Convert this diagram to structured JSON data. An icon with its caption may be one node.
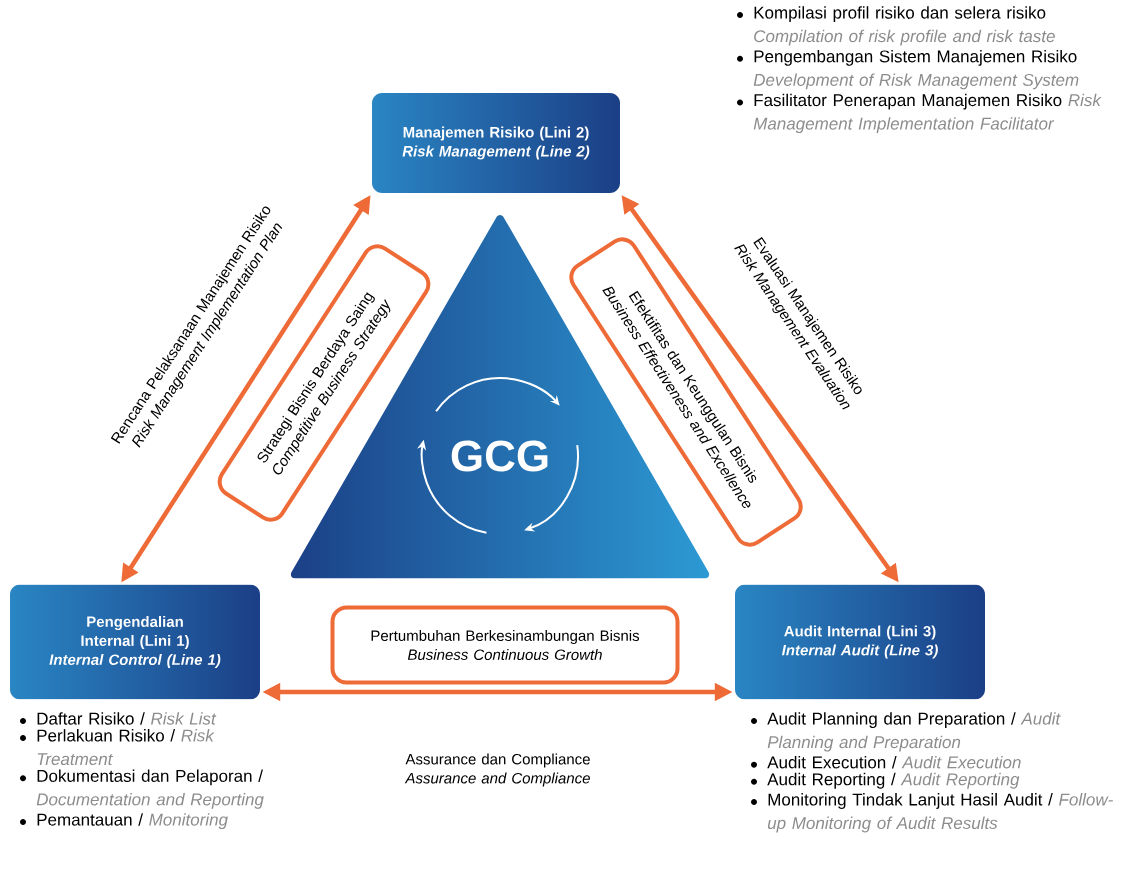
{
  "diagram": {
    "nodes": [
      {
        "text": [
          "Manajemen Risiko (Lini 2)",
          "Risk Management (Line 2)"
        ],
        "beside": [
          "Kompilasi profil risiko dan selera risiko *Compilation of risk profile and risk taste*",
          "Pengembangan Sistem Manajemen Risiko *Development of Risk Management System*",
          "Fasilitator Penerapan Manajemen Risiko *Risk Management Implementation Facilitator*"
        ]
      },
      {
        "text": [
          "Pengendalian Internal (Lini 1)",
          "Internal Control (Line 1)"
        ],
        "beside": [
          "Daftar Risiko / *Risk List*",
          "Perlakuan Risiko / *Risk Treatment*",
          "Dokumentasi dan Pelaporan / *Documentation and Reporting*",
          "Pemantauan / *Monitoring*"
        ]
      },
      {
        "text": [
          "Audit Internal (Lini 3)",
          "Internal Audit (Line 3)"
        ],
        "beside": [
          "Audit Planning dan Preparation / *Audit Planning and Preparation*",
          "Audit Execution / *Audit Execution*",
          "Audit Reporting / *Audit Reporting*",
          "Monitoring Tindak Lanjut Hasil Audit / *Follow-up Monitoring of Audit Results*"
        ]
      },
      {
        "text": [
          "GCG"
        ]
      },
      {
        "text": [
          "Strategi Bisnis Berdaya Saing",
          "Competitive Business Strategy"
        ]
      },
      {
        "text": [
          "Efektifitas dan Keunggulan Bisnis",
          "Business Effectiveness and Excellence"
        ]
      },
      {
        "text": [
          "Pertumbuhan Berkesinambungan Bisnis",
          "Business Continuous Growth"
        ]
      }
    ],
    "edges": [
      {
        "from": 1,
        "to": 0,
        "arrow": "both",
        "label": "Rencana Pelaksanaan Manajemen Risiko *Risk Management Implementation Plan*"
      },
      {
        "from": 0,
        "to": 2,
        "arrow": "both",
        "label": "Evaluasi Manajemen Risiko *Risk Management Evaluation*"
      },
      {
        "from": 1,
        "to": 2,
        "arrow": "both",
        "label": "Assurance dan Compliance *Assurance and Compliance*"
      }
    ]
  }
}
